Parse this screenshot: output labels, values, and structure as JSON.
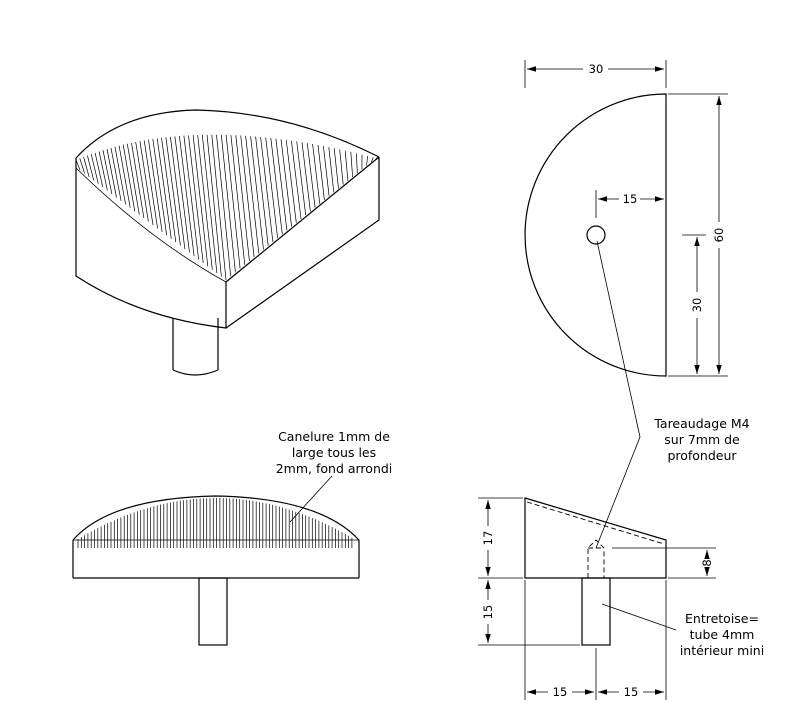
{
  "notes": {
    "groove": [
      "Canelure 1mm de",
      "large tous les",
      "2mm, fond arrondi"
    ],
    "thread": [
      "Tareaudage M4",
      "sur 7mm de",
      "profondeur"
    ],
    "spacer": [
      "Entretoise=",
      "tube 4mm",
      "intérieur mini"
    ]
  },
  "dimensions": {
    "top_width": "30",
    "hole_offset": "15",
    "total_height": "60",
    "half_height": "30",
    "body_height": "17",
    "tube_length": "15",
    "thread_depth": "8",
    "left_width": "15",
    "right_width": "15"
  }
}
